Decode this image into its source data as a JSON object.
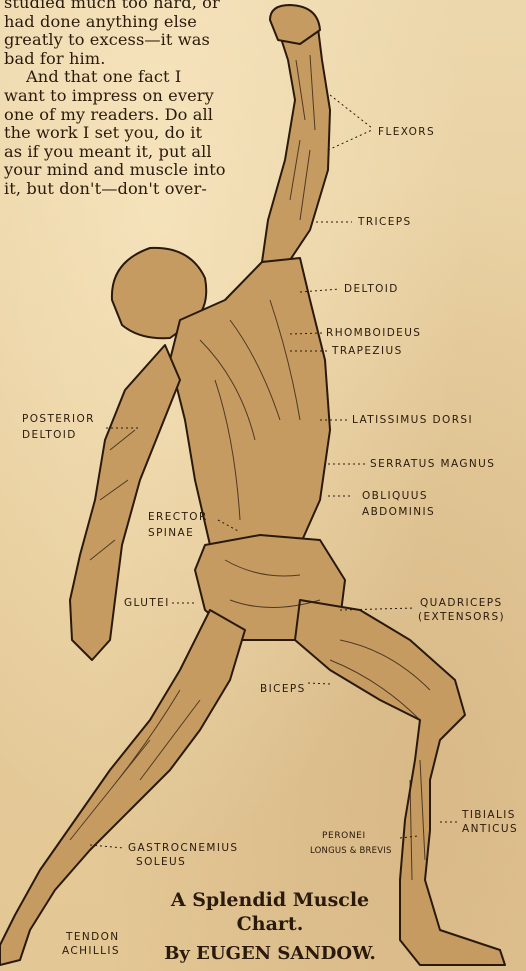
{
  "article": {
    "lines": [
      "studied much too hard, or",
      "had done anything else",
      "greatly to excess—it was",
      "bad for him.",
      "And that one fact I",
      "want to impress on every",
      "one of my readers. Do all",
      "the work I set you, do it",
      "as if you meant it, put all",
      "your mind and muscle into",
      "it, but don't—don't over-"
    ]
  },
  "labels": {
    "flexors": "FLEXORS",
    "triceps": "TRICEPS",
    "deltoid": "DELTOID",
    "rhomboideus": "RHOMBOIDEUS",
    "trapezius": "TRAPEZIUS",
    "posterior_deltoid_1": "POSTERIOR",
    "posterior_deltoid_2": "DELTOID",
    "latissimus": "LATISSIMUS DORSI",
    "serratus": "SERRATUS MAGNUS",
    "obliquus_1": "OBLIQUUS",
    "obliquus_2": "ABDOMINIS",
    "erector_1": "ERECTOR",
    "erector_2": "SPINAE",
    "glutei": "GLUTEI",
    "quadriceps_1": "QUADRICEPS",
    "quadriceps_2": "(EXTENSORS)",
    "biceps": "BICEPS",
    "tibialis_1": "TIBIALIS",
    "tibialis_2": "ANTICUS",
    "peronei_1": "PERONEI",
    "peronei_2": "LONGUS & BREVIS",
    "gastrocnemius_1": "GASTROCNEMIUS",
    "gastrocnemius_2": "SOLEUS",
    "tendon_1": "TENDON",
    "tendon_2": "ACHILLIS"
  },
  "caption": {
    "line1": "A Splendid Muscle",
    "line2": "Chart.",
    "byline": "By EUGEN SANDOW."
  },
  "colors": {
    "paper": "#e9d3a6",
    "ink": "#2a1a0c",
    "figure_shade": "#c9a46e"
  }
}
